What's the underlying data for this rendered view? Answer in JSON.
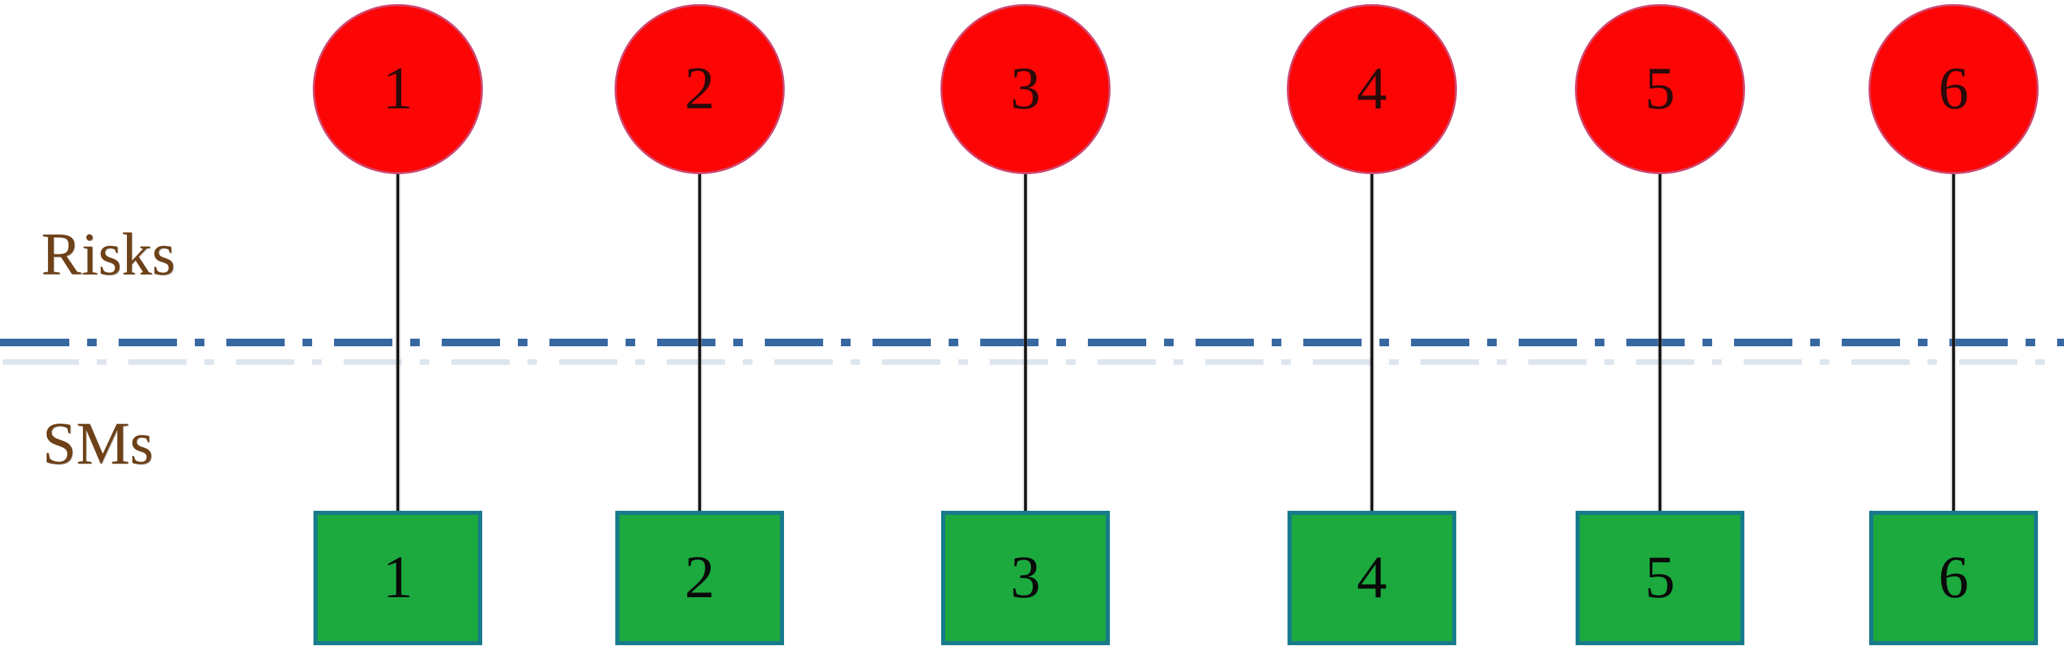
{
  "labels": {
    "top": "Risks",
    "bottom": "SMs"
  },
  "columns": [
    {
      "risk_label": "1",
      "sm_label": "1"
    },
    {
      "risk_label": "2",
      "sm_label": "2"
    },
    {
      "risk_label": "3",
      "sm_label": "3"
    },
    {
      "risk_label": "4",
      "sm_label": "4"
    },
    {
      "risk_label": "5",
      "sm_label": "5"
    },
    {
      "risk_label": "6",
      "sm_label": "6"
    }
  ],
  "graph": {
    "type": "bipartite",
    "top_set": "Risks",
    "bottom_set": "SMs",
    "top_nodes": [
      "1",
      "2",
      "3",
      "4",
      "5",
      "6"
    ],
    "bottom_nodes": [
      "1",
      "2",
      "3",
      "4",
      "5",
      "6"
    ],
    "edges": [
      [
        "risk-1",
        "sm-1"
      ],
      [
        "risk-2",
        "sm-2"
      ],
      [
        "risk-3",
        "sm-3"
      ],
      [
        "risk-4",
        "sm-4"
      ],
      [
        "risk-5",
        "sm-5"
      ],
      [
        "risk-6",
        "sm-6"
      ]
    ]
  },
  "colors": {
    "risk_fill": "#fb0505",
    "risk_rim": "#d0486e",
    "sm_fill": "#1ca93e",
    "sm_border": "#177b8b",
    "divider_blue": "#3767a1",
    "label_brown": "#6e4118",
    "edge_black": "#161616",
    "background": "#ffffff"
  }
}
